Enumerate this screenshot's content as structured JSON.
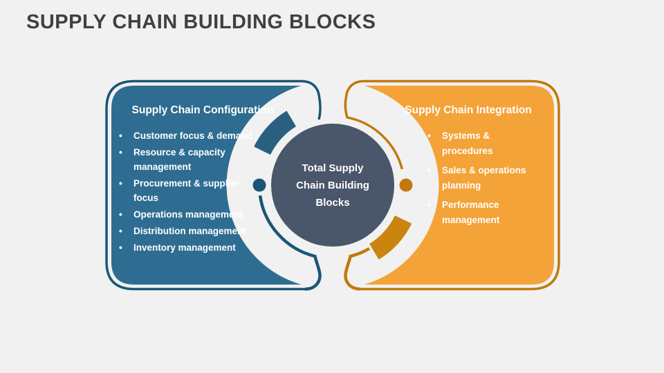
{
  "slide": {
    "title": "SUPPLY CHAIN BUILDING BLOCKS"
  },
  "left_panel": {
    "title": "Supply Chain Configuration",
    "items": [
      "Customer focus & demand",
      "Resource & capacity management",
      "Procurement & supplier focus",
      "Operations management",
      "Distribution management",
      "Inventory management"
    ]
  },
  "right_panel": {
    "title": "Supply Chain Integration",
    "items": [
      "Systems & procedures",
      "Sales & operations planning",
      "Performance management"
    ]
  },
  "center": {
    "label": "Total Supply Chain Building Blocks"
  },
  "colors": {
    "background": "#f1f1f2",
    "title_text": "#404040",
    "blue_fill": "#2E6D91",
    "blue_outline": "#1B5674",
    "blue_wedge": "#2B5F80",
    "orange_fill": "#F4A338",
    "orange_outline": "#C2790B",
    "orange_wedge": "#CB8410",
    "center_circle": "#4A5669",
    "panel_text": "#FFFFFF"
  }
}
